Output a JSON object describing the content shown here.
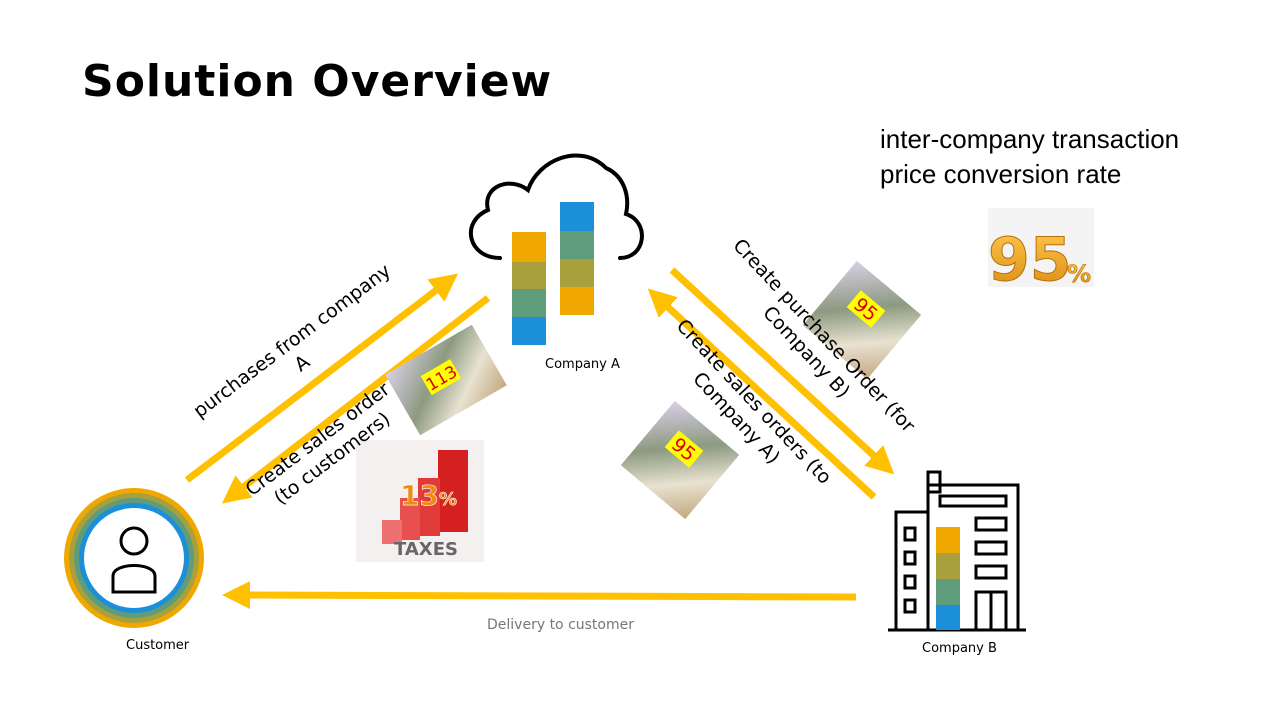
{
  "title": "Solution Overview",
  "rate_label": {
    "line1": "inter-company transaction",
    "line2": "price conversion rate"
  },
  "rate_badge": {
    "number": "95",
    "unit": "%"
  },
  "nodes": {
    "company_a": "Company A",
    "company_b": "Company B",
    "customer": "Customer"
  },
  "arrows": {
    "purchases": {
      "line1": "purchases from company",
      "line2": "A"
    },
    "sales_to_customers": {
      "line1": "Create sales order",
      "line2": "(to customers)"
    },
    "purchase_order_b": {
      "line1": "Create purchase Order (for",
      "line2": "Company B)"
    },
    "sales_to_a": {
      "line1": "Create sales orders (to",
      "line2": "Company A)"
    },
    "delivery": "Delivery to customer"
  },
  "price_tags": {
    "customer_price": "113",
    "intercompany_price_1": "95",
    "intercompany_price_2": "95"
  },
  "tax_badge": {
    "number": "13",
    "unit": "%",
    "word": "TAXES"
  },
  "colors": {
    "arrow": "#FFC000",
    "orange": "#F0A800",
    "olive": "#A8A03C",
    "green": "#5E9C7C",
    "blue": "#1B8FD8",
    "price_tag": "#FFFF00",
    "price_text": "#E00000"
  }
}
